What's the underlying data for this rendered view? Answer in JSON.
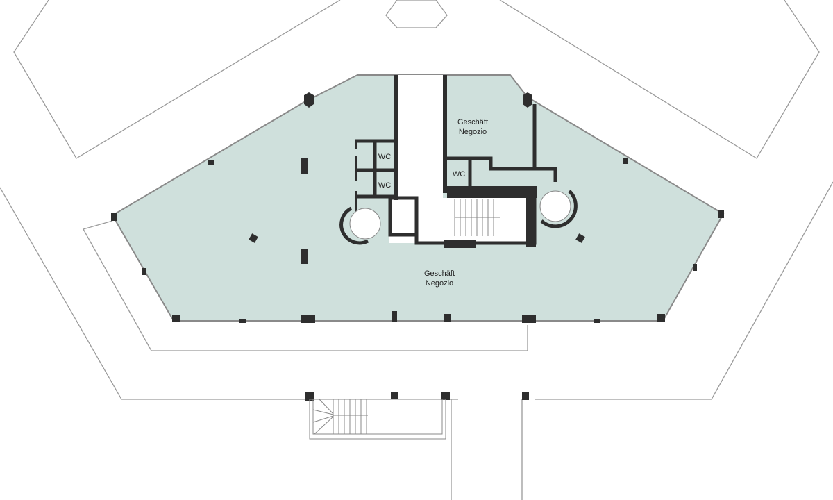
{
  "plan": {
    "rooms": [
      {
        "name": "main-shop",
        "line1": "Geschäft",
        "line2": "Negozio"
      },
      {
        "name": "upper-shop",
        "line1": "Geschäft",
        "line2": "Negozio"
      }
    ],
    "wc_labels": [
      "WC",
      "WC",
      "WC"
    ],
    "colors": {
      "floor": "#cfe0dc",
      "wall": "#2e2e2e",
      "outline": "#9a9a9a"
    }
  }
}
